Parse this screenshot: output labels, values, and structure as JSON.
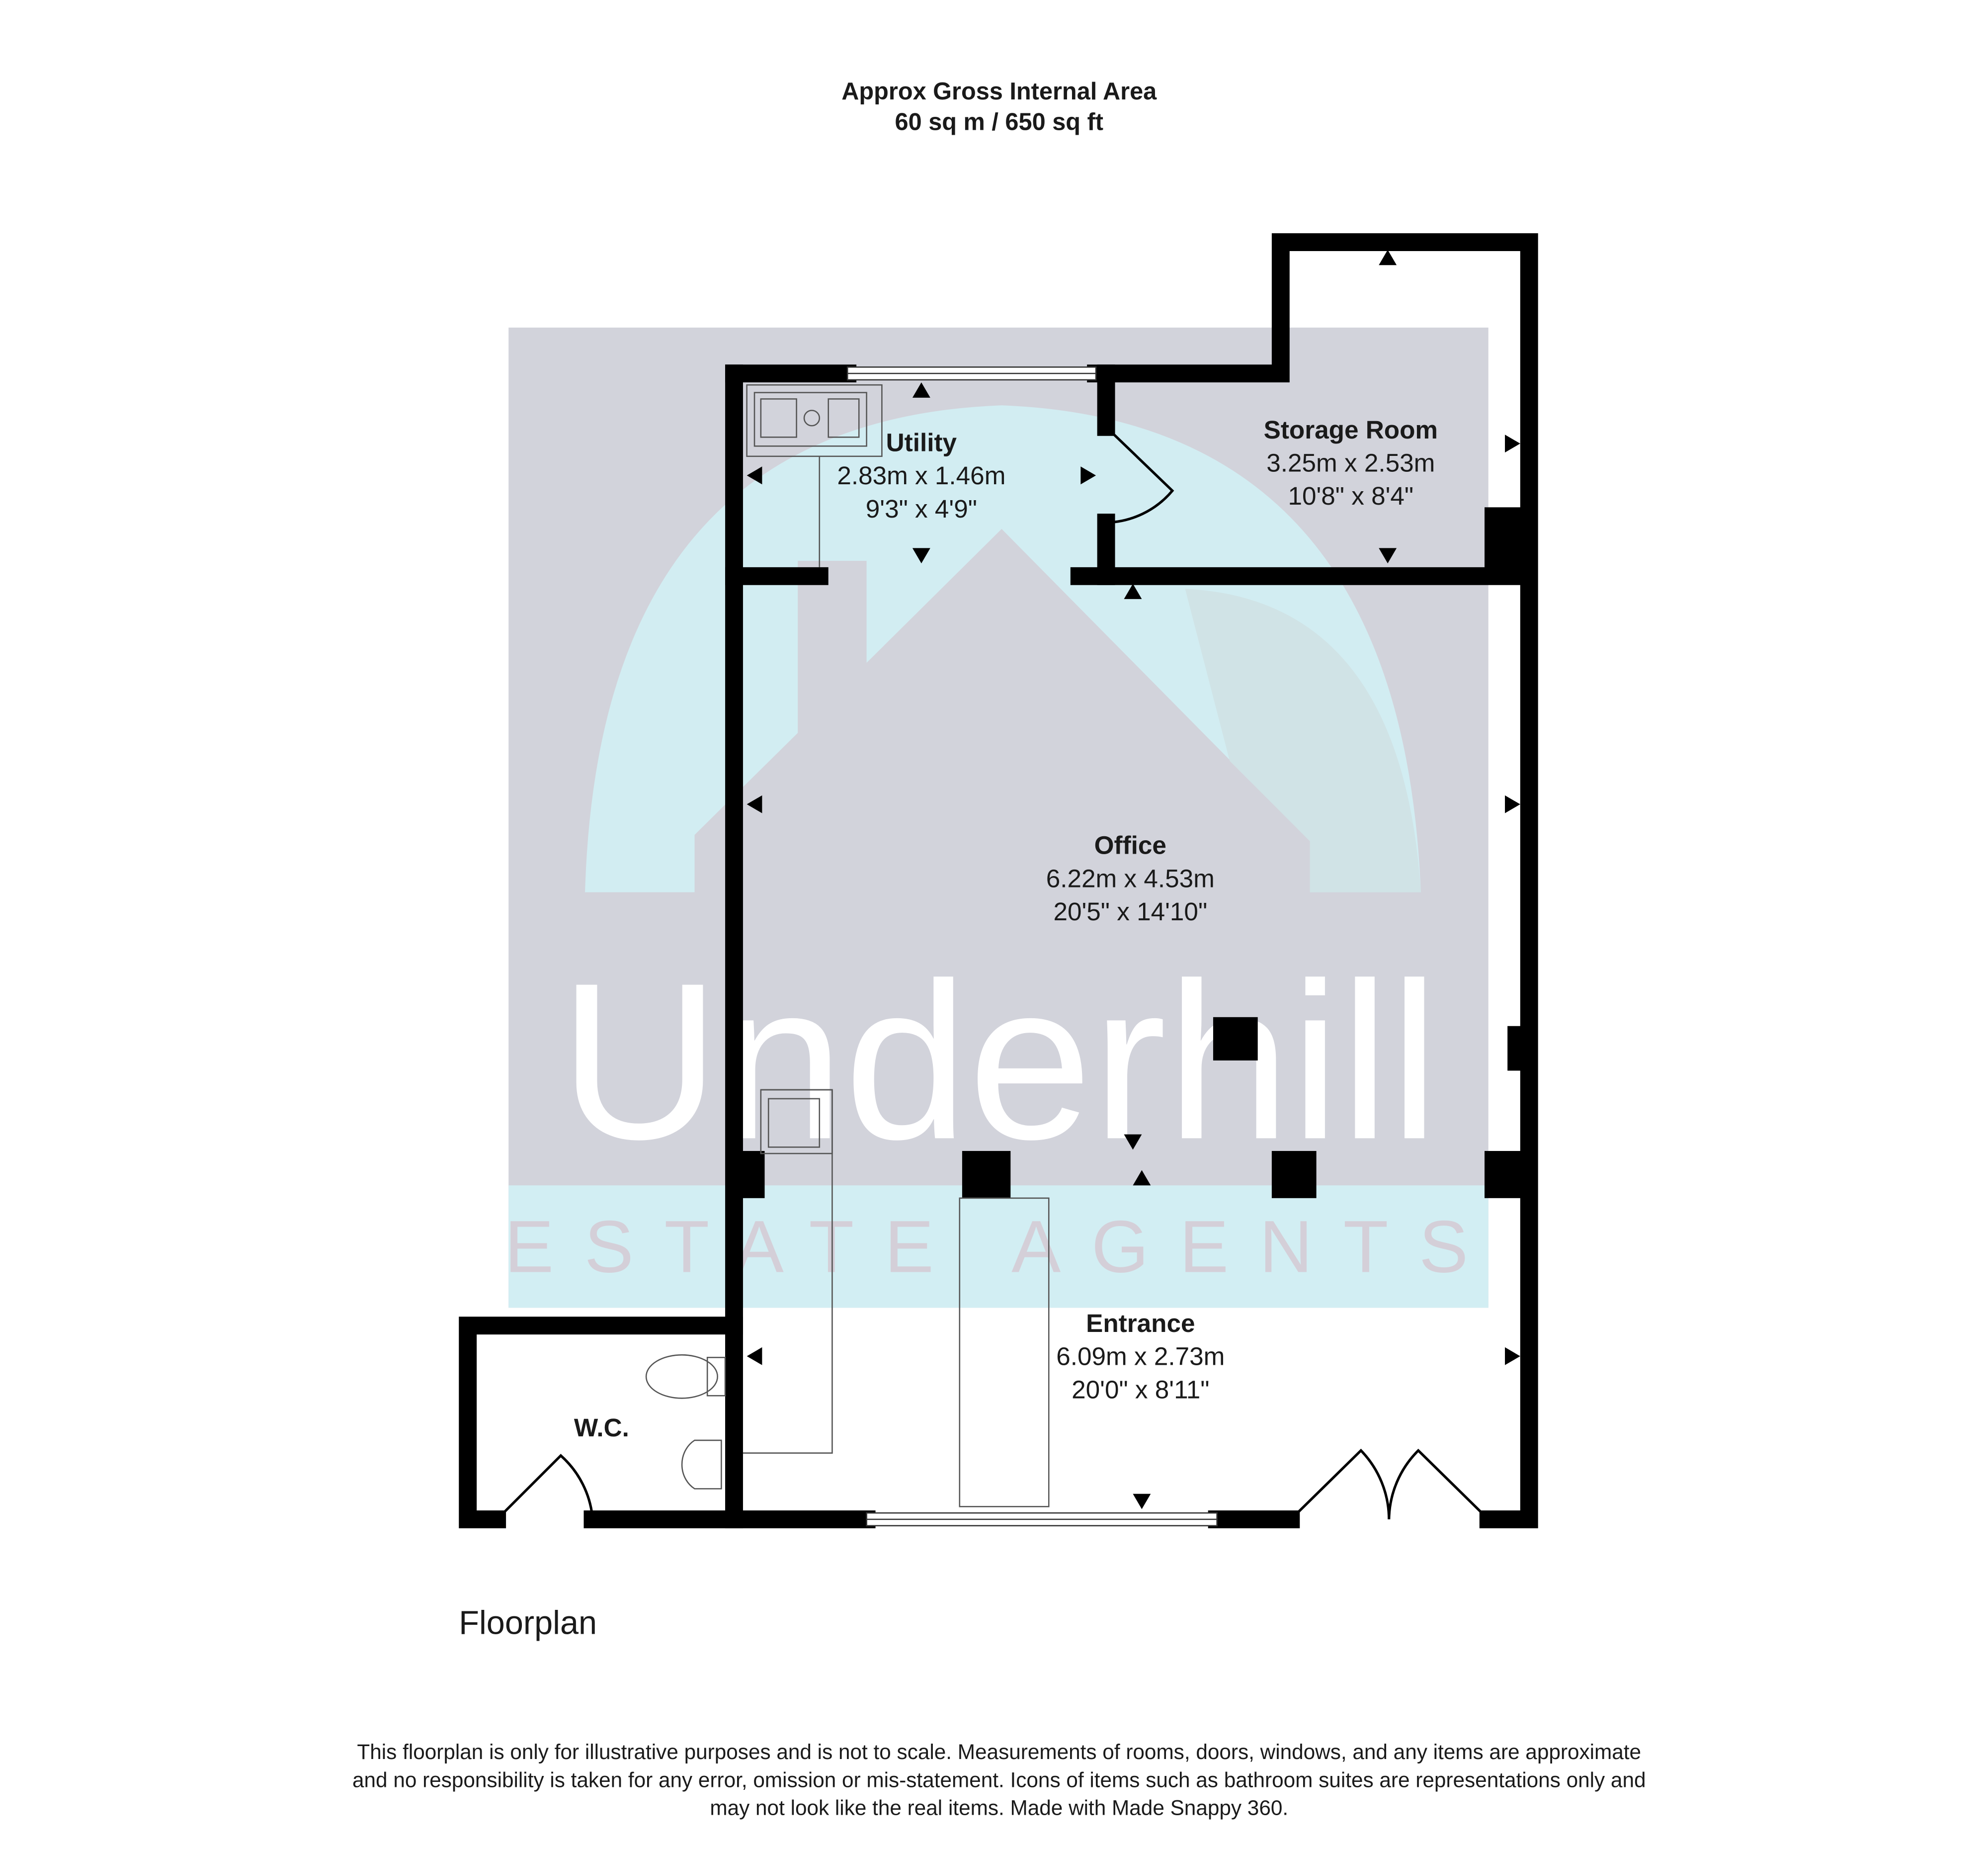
{
  "header": {
    "line1": "Approx Gross Internal Area",
    "line2": "60 sq m / 650 sq ft"
  },
  "rooms": [
    {
      "name": "Utility",
      "metric": "2.83m x 1.46m",
      "imperial": "9'3\" x 4'9\""
    },
    {
      "name": "Storage Room",
      "metric": "3.25m x 2.53m",
      "imperial": "10'8\" x 8'4\""
    },
    {
      "name": "Office",
      "metric": "6.22m x 4.53m",
      "imperial": "20'5\" x 14'10\""
    },
    {
      "name": "Entrance",
      "metric": "6.09m x 2.73m",
      "imperial": "20'0\" x 8'11\""
    },
    {
      "name": "W.C."
    }
  ],
  "watermark": {
    "brand": "Underhill",
    "sub": "ESTATE AGENTS"
  },
  "floor_label": "Floorplan",
  "disclaimer": {
    "line1": "This floorplan is only for illustrative purposes and is not to scale. Measurements of rooms, doors, windows, and any items are approximate",
    "line2": "and no responsibility is taken for any error, omission or mis-statement. Icons of items such as bathroom suites are representations only and",
    "line3": "may not look like the real items. Made with Made Snappy 360."
  },
  "colors": {
    "watermark_grey": "#d2d3db",
    "watermark_cyan": "#d2eef3"
  }
}
